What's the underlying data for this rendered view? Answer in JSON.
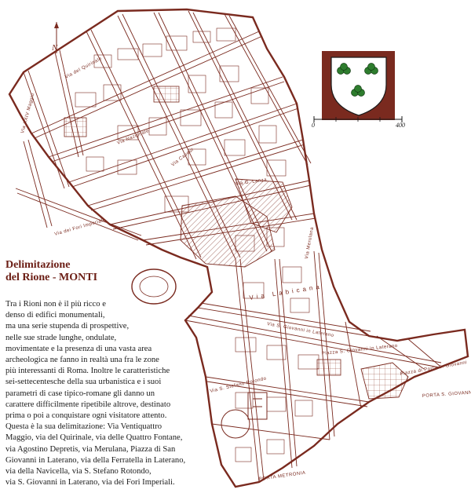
{
  "title_lines": [
    "Delimitazione",
    "del Rione - MONTI"
  ],
  "description_lines": [
    "Tra i Rioni non è il più ricco e",
    "denso di edifici monumentali,",
    "ma una serie stupenda di prospettive,",
    "nelle sue strade lunghe, ondulate,",
    "movimentate e la presenza di una vasta area",
    "archeologica ne fanno in realtà una fra le zone",
    "più interessanti di Roma. Inoltre le caratteristiche",
    "sei-settecentesche della sua urbanistica e i suoi",
    "parametri di case tipico-romane gli danno un",
    "carattere difficilmente ripetibile altrove, destinato",
    "prima o poi a conquistare ogni visitatore attento.",
    "Questa è la sua delimitazione: Via Ventiquattro",
    "Maggio, via del Quirinale, via delle Quattro Fontane,",
    "via Agostino Depretis, via Merulana, Piazza di San",
    "Giovanni in Laterano, via della Ferratella in Laterano,",
    "via della Navicella, via S. Stefano Rotondo,",
    "via S. Giovanni in Laterano, via dei Fori Imperiali."
  ],
  "map": {
    "north_label": "N",
    "scale": {
      "start": "0",
      "end": "400"
    },
    "street_labels": {
      "via_xxiv_maggio": "Via XXIV Maggio",
      "via_quirinale": "Via del Quirinale",
      "via_nazionale": "Via Nazionale",
      "via_cavour": "Via Cavour",
      "via_lanza": "Via G. Lanza",
      "fori_imperiali": "Via dei Fori Imperiali",
      "via_merulana": "Via Merulana",
      "via_labicana": "Via Labicana",
      "via_san_giovanni": "Via S. Giovanni in Laterano",
      "via_santo_stefano": "Via S. Stefano Rotondo",
      "piazza_laterano": "Piazza S. Giovanni in Laterano",
      "piazza_porta": "Piazza di Porta S. Giovanni",
      "porta_san_giovanni": "PORTA S. GIOVANNI",
      "porta_metronia": "PORTA METRONIA"
    },
    "colors": {
      "ink": "#7a2a1f",
      "shield_green": "#2e7d2e"
    }
  }
}
